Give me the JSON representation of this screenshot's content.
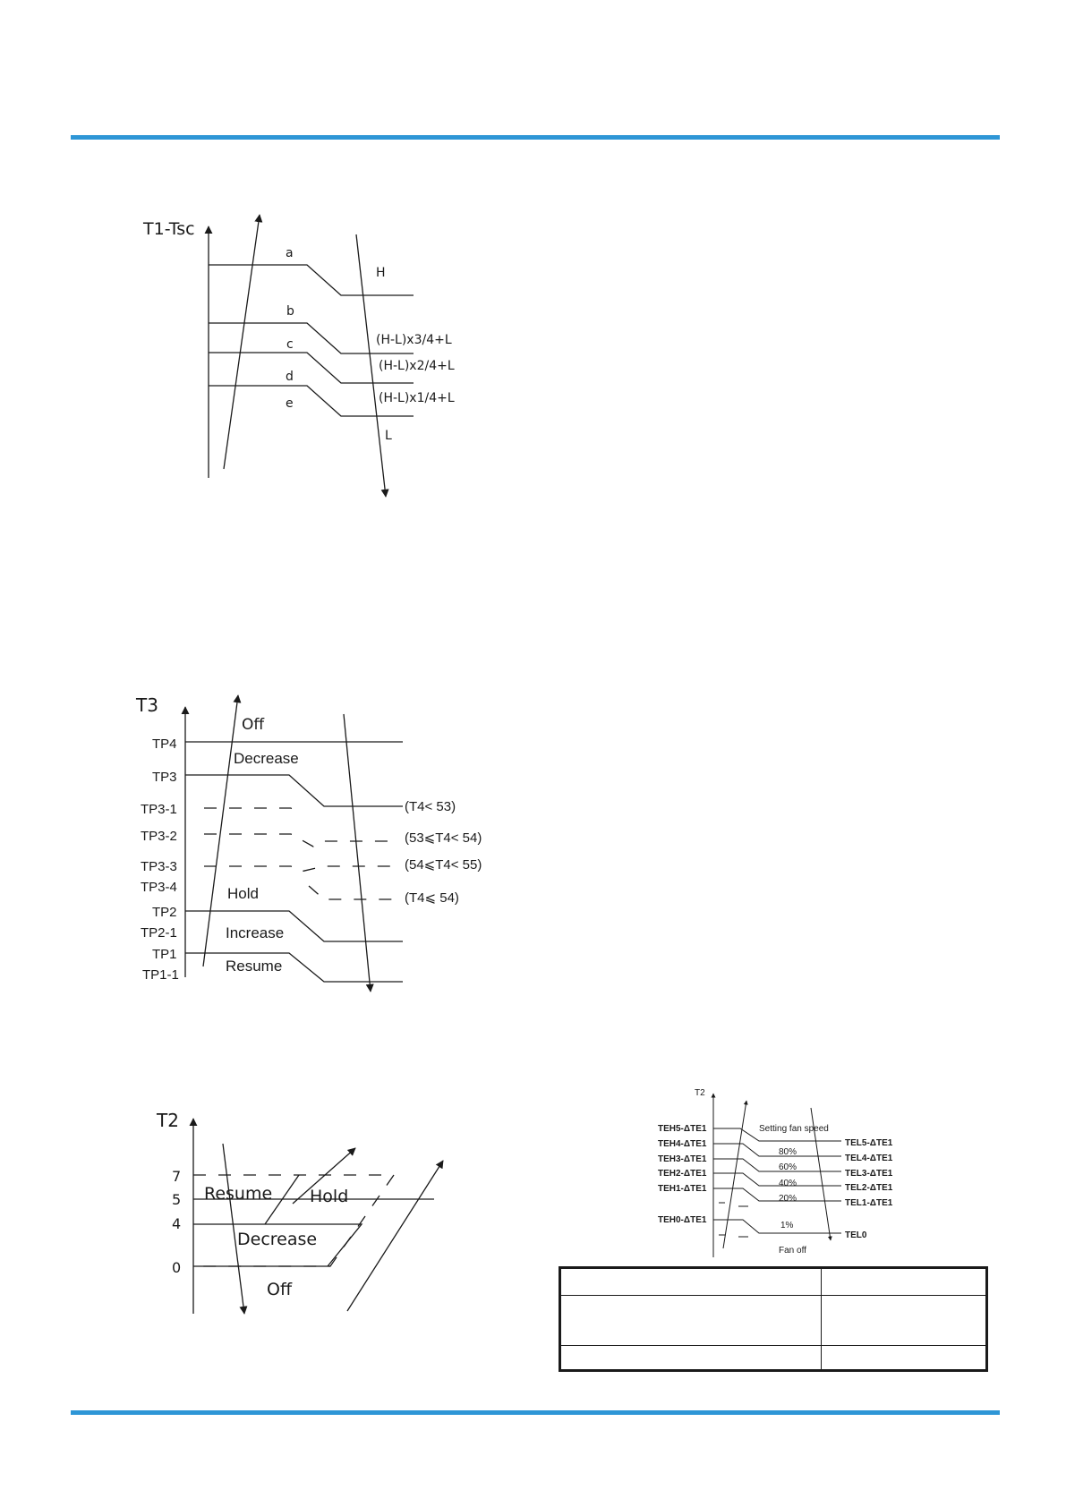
{
  "colors": {
    "accent_rule": "#2e96d6",
    "line": "#1a1a1a"
  },
  "diagram1": {
    "axis_label": "T1-Tsc",
    "levels": [
      "a",
      "b",
      "c",
      "d",
      "e"
    ],
    "speeds": [
      "H",
      "(H-L)x3/4+L",
      "(H-L)x2/4+L",
      "(H-L)x1/4+L",
      "L"
    ]
  },
  "diagram2": {
    "axis_label": "T3",
    "thresholds": [
      "TP4",
      "TP3",
      "TP3-1",
      "TP3-2",
      "TP3-3",
      "TP3-4",
      "TP2",
      "TP2-1",
      "TP1",
      "TP1-1"
    ],
    "zones": {
      "off": "Off",
      "decrease": "Decrease",
      "hold": "Hold",
      "increase": "Increase",
      "resume": "Resume"
    },
    "conditions": [
      "(T4< 53)",
      "(53⩽T4< 54)",
      "(54⩽T4< 55)",
      "(T4⩽ 54)"
    ]
  },
  "diagram3": {
    "axis_label": "T2",
    "ticks": [
      "7",
      "5",
      "4",
      "0"
    ],
    "zones": {
      "resume": "Resume",
      "hold": "Hold",
      "decrease": "Decrease",
      "off": "Off"
    }
  },
  "diagram4": {
    "axis_label": "T2",
    "left_labels": [
      "TEH5-ΔTE1",
      "TEH4-ΔTE1",
      "TEH3-ΔTE1",
      "TEH2-ΔTE1",
      "TEH1-ΔTE1",
      "TEH0-ΔTE1"
    ],
    "right_labels": [
      "TEL5-ΔTE1",
      "TEL4-ΔTE1",
      "TEL3-ΔTE1",
      "TEL2-ΔTE1",
      "TEL1-ΔTE1",
      "TEL0"
    ],
    "setting_fan_speed": "Setting fan speed",
    "percentages": [
      "80%",
      "60%",
      "40%",
      "20%",
      "1%"
    ],
    "fan_off": "Fan off"
  }
}
